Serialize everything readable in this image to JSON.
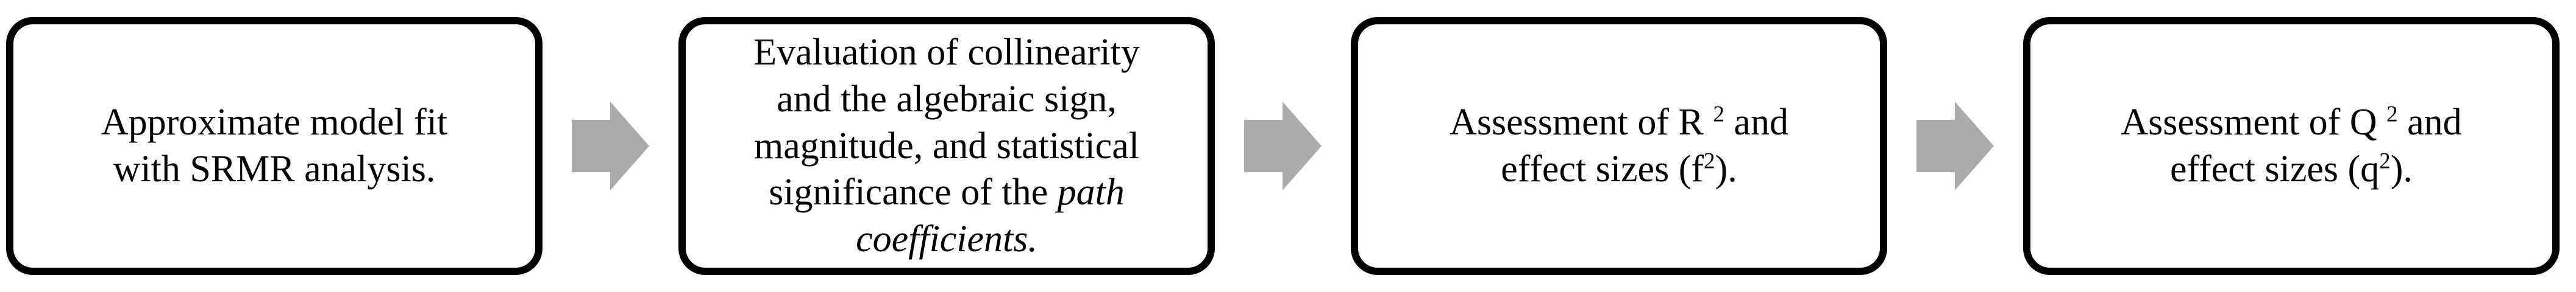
{
  "figure": {
    "type": "flowchart",
    "direction": "left-to-right",
    "connector_icon": "right-arrow-icon",
    "steps": [
      {
        "text": "Approximate model fit with SRMR analysis.",
        "lines": [
          [
            {
              "t": "Approximate model fit"
            }
          ],
          [
            {
              "t": "with SRMR analysis."
            }
          ]
        ]
      },
      {
        "text": "Evaluation of collinearity and the algebraic sign, magnitude, and statistical significance of the path coefficients.",
        "lines": [
          [
            {
              "t": "Evaluation of collinearity"
            }
          ],
          [
            {
              "t": "and the algebraic sign,"
            }
          ],
          [
            {
              "t": "magnitude, and statistical"
            }
          ],
          [
            {
              "t": "significance of the "
            },
            {
              "t": "path",
              "s": "i"
            }
          ],
          [
            {
              "t": "coefficients.",
              "s": "i"
            }
          ]
        ]
      },
      {
        "text": "Assessment of R 2 and effect sizes (f2).",
        "lines": [
          [
            {
              "t": "Assessment of R "
            },
            {
              "t": "2",
              "s": "sup"
            },
            {
              "t": " and"
            }
          ],
          [
            {
              "t": "effect sizes (f"
            },
            {
              "t": "2",
              "s": "sup"
            },
            {
              "t": ")."
            }
          ]
        ]
      },
      {
        "text": "Assessment of Q 2 and effect sizes (q2).",
        "lines": [
          [
            {
              "t": "Assessment of Q "
            },
            {
              "t": "2",
              "s": "sup"
            },
            {
              "t": " and"
            }
          ],
          [
            {
              "t": "effect sizes (q"
            },
            {
              "t": "2",
              "s": "sup"
            },
            {
              "t": ")."
            }
          ]
        ]
      }
    ]
  },
  "colors": {
    "box_border": "#000000",
    "box_fill": "#ffffff",
    "arrow_fill": "#ababab",
    "text": "#000000",
    "background": "#ffffff"
  }
}
